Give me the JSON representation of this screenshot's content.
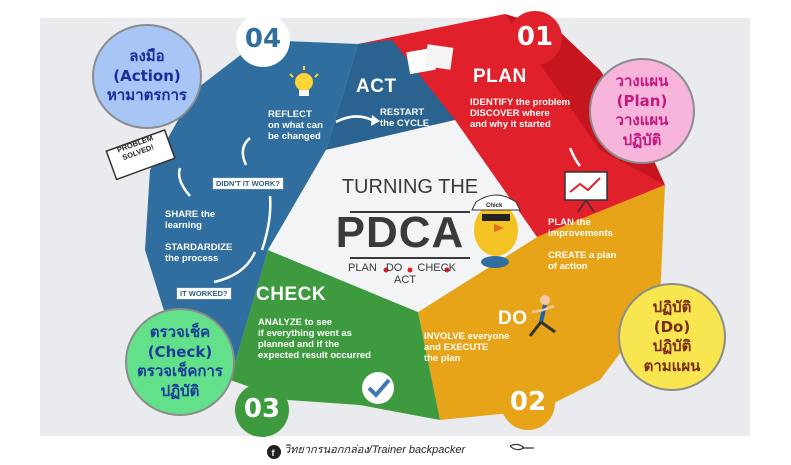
{
  "center": {
    "title_top": "TURNING THE",
    "title_main": "PDCA",
    "steps": [
      "PLAN",
      "DO",
      "CHECK",
      "ACT"
    ],
    "mascot_cap_text": "Chick"
  },
  "sections": {
    "plan": {
      "number": "01",
      "title": "PLAN",
      "text_top": "IDENTIFY the problem\nDISCOVER where\nand why it started",
      "text_bottom": "PLAN the\nimprovements\n\nCREATE a plan\nof action",
      "color": "#e0202a"
    },
    "do": {
      "number": "02",
      "title": "DO",
      "text": "INVOLVE everyone\nand EXECUTE\nthe plan",
      "color": "#e7a418"
    },
    "check": {
      "number": "03",
      "title": "CHECK",
      "text": "ANALYZE to see\nif everything went as\nplanned and if the\nexpected result occurred",
      "color": "#3e9a3f"
    },
    "act": {
      "number": "04",
      "title": "ACT",
      "text_left": "REFLECT\non what can\nbe changed",
      "text_right": "RESTART\nthe CYCLE",
      "text_lower": "SHARE the\nlearning\n\nSTARDARDIZE\nthe process",
      "tag_didnt": "DIDN'T IT WORK?",
      "tag_worked": "IT WORKED?",
      "sign": "PROBLEM\nSOLVED!",
      "color": "#2f6e9e"
    }
  },
  "bubbles": {
    "act": {
      "text": "ลงมือ\n(Action)\nหามาตรการ",
      "color": "#1a2c9c",
      "bg": "#a7c6f5"
    },
    "plan": {
      "text": "วางแผน\n(Plan)\nวางแผน\nปฏิบัติ",
      "color": "#c3187e",
      "bg": "#f7b5dc"
    },
    "do": {
      "text": "ปฏิบัติ\n(Do)\nปฏิบัติ\nตามแผน",
      "color": "#7a2b10",
      "bg": "#f7e64f"
    },
    "check": {
      "text": "ตรวจเช็ค\n(Check)\nตรวจเช็คการ\nปฏิบัติ",
      "color": "#1b3b9a",
      "bg": "#63e08a"
    }
  },
  "footer": {
    "text": "วิทยากรนอกกล่อง/Trainer backpacker"
  }
}
